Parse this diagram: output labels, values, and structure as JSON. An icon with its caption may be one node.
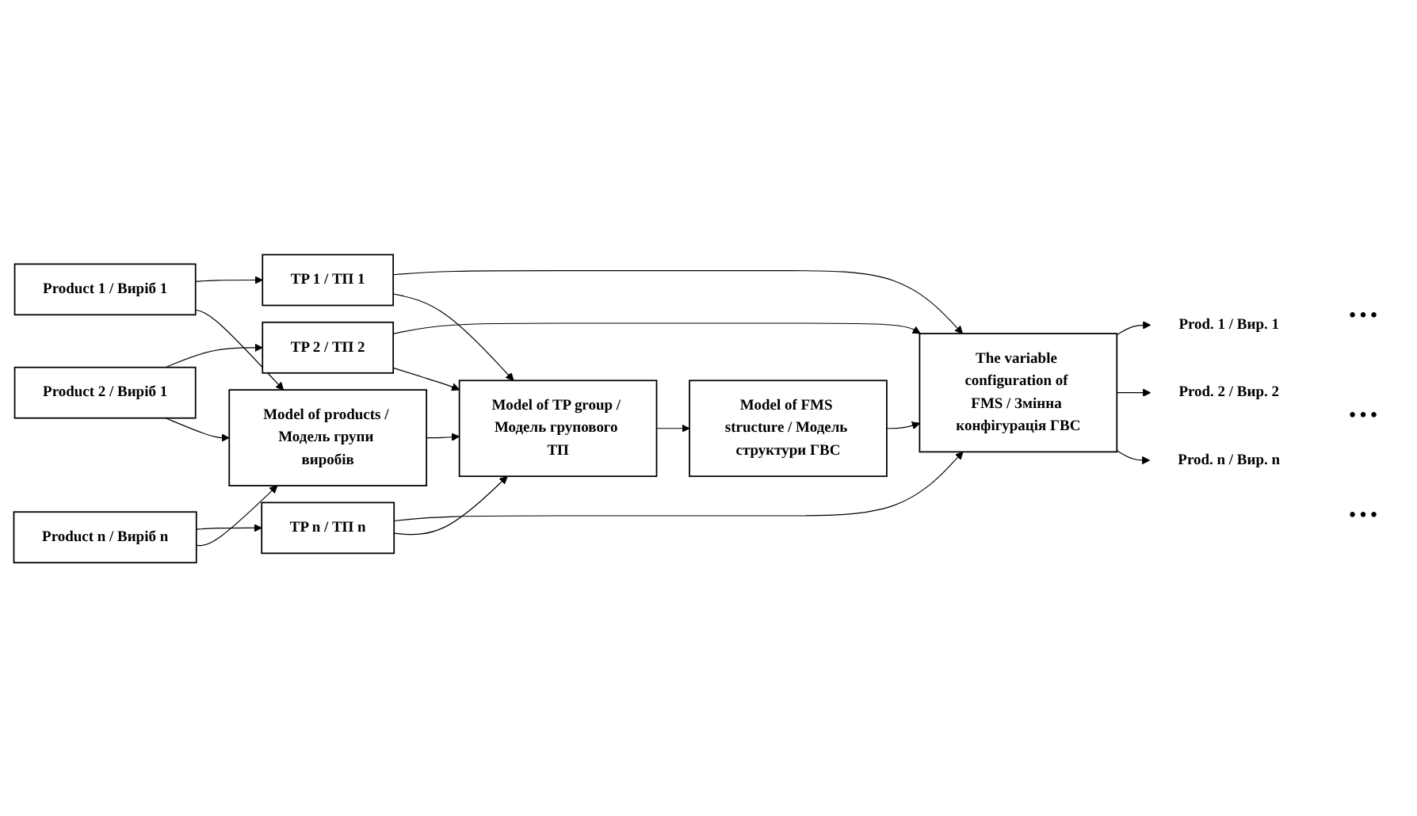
{
  "diagram": {
    "nodes": [
      {
        "text": [
          "Product 1 / Виріб 1"
        ]
      },
      {
        "text": [
          "TP 1 / ТП 1"
        ]
      },
      {
        "text": [
          "The variable configuration of FMS / Змінна конфігурація ГВС"
        ]
      },
      {
        "text": [
          "Prod. 1 / Вир. 1"
        ]
      },
      {
        "text": [
          "Product 2 / Виріб 1"
        ]
      },
      {
        "text": [
          "TP 2 / ТП 2"
        ]
      },
      {
        "text": [
          "Prod. 2 / Вир. 2"
        ]
      },
      {
        "text": [
          "Product n / Виріб n"
        ]
      },
      {
        "text": [
          "TP n / ТП n"
        ]
      },
      {
        "text": [
          "Prod. n / Вир. n"
        ]
      },
      {
        "text": [
          "Model of products / Модель групи виробів"
        ]
      },
      {
        "text": [
          "Model of TP group / Модель групового ТП"
        ]
      },
      {
        "text": [
          "Model of FMS structure / Модель структури ГВС"
        ]
      }
    ],
    "edges": [
      {
        "from": 0,
        "to": 1,
        "arrow": "to"
      },
      {
        "from": 4,
        "to": 5,
        "arrow": "to"
      },
      {
        "from": 7,
        "to": 8,
        "arrow": "to"
      },
      {
        "from": 1,
        "to": 2,
        "arrow": "to"
      },
      {
        "from": 5,
        "to": 2,
        "arrow": "to"
      },
      {
        "from": 8,
        "to": 2,
        "arrow": "to"
      },
      {
        "from": 2,
        "to": 3,
        "arrow": "to"
      },
      {
        "from": 2,
        "to": 6,
        "arrow": "to"
      },
      {
        "from": 2,
        "to": 9,
        "arrow": "to"
      },
      {
        "from": 0,
        "to": 10,
        "arrow": "to"
      },
      {
        "from": 4,
        "to": 10,
        "arrow": "to"
      },
      {
        "from": 7,
        "to": 10,
        "arrow": "to"
      },
      {
        "from": 1,
        "to": 11,
        "arrow": "to"
      },
      {
        "from": 5,
        "to": 11,
        "arrow": "to"
      },
      {
        "from": 8,
        "to": 11,
        "arrow": "to"
      },
      {
        "from": 10,
        "to": 11,
        "arrow": "to"
      },
      {
        "from": 11,
        "to": 12,
        "arrow": "to"
      },
      {
        "from": 12,
        "to": 2,
        "arrow": "to"
      }
    ],
    "labels": [
      "…",
      "…",
      "…"
    ]
  }
}
